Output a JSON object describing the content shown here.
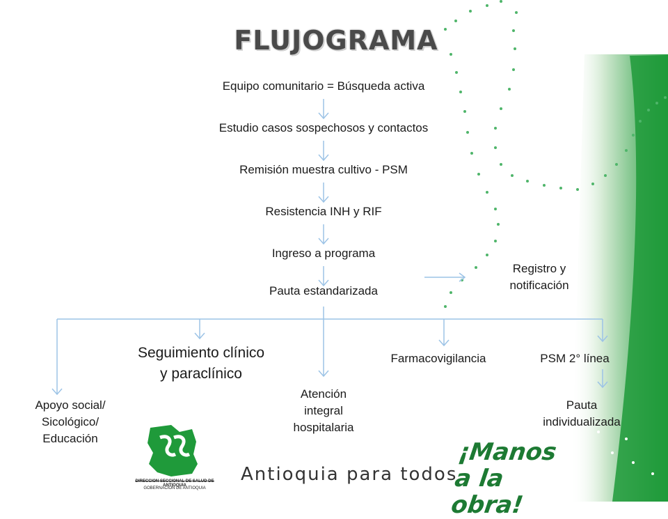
{
  "title": "FLUJOGRAMA",
  "steps": [
    "Equipo comunitario = Búsqueda activa",
    "Estudio casos sospechosos y contactos",
    "Remisión muestra cultivo - PSM",
    "Resistencia INH y RIF",
    "Ingreso a programa",
    "Pauta  estandarizada"
  ],
  "side_note": {
    "line1": "Registro y",
    "line2": "notificación"
  },
  "branches": {
    "apoyo": [
      "Apoyo social/",
      "Sicológico/",
      "Educación"
    ],
    "seguimiento": [
      "Seguimiento clínico",
      "y paraclínico"
    ],
    "atencion": [
      "Atención",
      "integral",
      "hospitalaria"
    ],
    "farmaco": "Farmacovigilancia",
    "psm": "PSM 2° línea",
    "pauta_ind": [
      "Pauta",
      "individualizada"
    ]
  },
  "footer": {
    "ssa_line1": "DIRECCION SECCIONAL DE SALUD DE ANTIOQUIA",
    "ssa_line2": "GOBERNACION DE ANTIOQUIA",
    "slogan": "Antioquia para todos",
    "manos_line1": "¡Manos",
    "manos_line2": "a la obra!"
  },
  "colors": {
    "arrow": "#9cc3e6",
    "green": "#1f9a3a",
    "title": "#4a4a4a"
  }
}
